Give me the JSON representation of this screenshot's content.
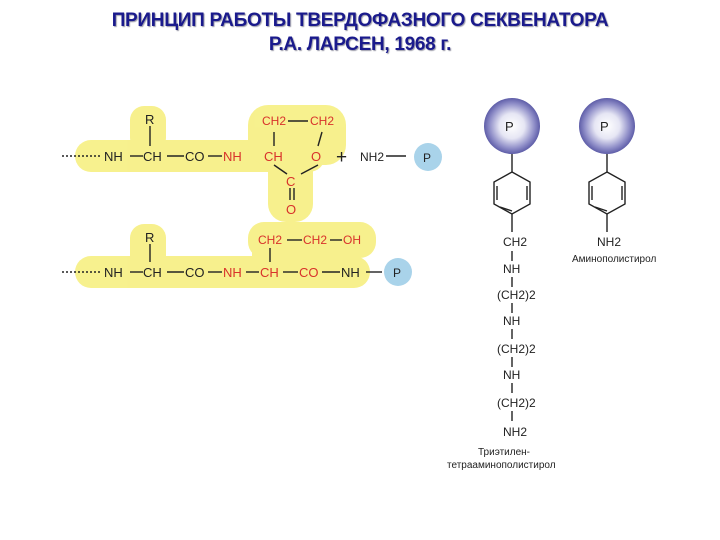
{
  "title": {
    "line1": "ПРИНЦИП РАБОТЫ ТВЕРДОФАЗНОГО СЕКВЕНАТОРА",
    "line2": "Р.А. ЛАРСЕН, 1968 г."
  },
  "scheme_top": {
    "chain": [
      "NH",
      "CH",
      "CO",
      "NH",
      "CH"
    ],
    "side_group": "R",
    "ring_top_left": "CH2",
    "ring_top_right": "CH2",
    "ring_o": "O",
    "ring_c": "C",
    "carbonyl_o": "O",
    "plus": "+",
    "amine": "NH2",
    "support": "P"
  },
  "scheme_bottom": {
    "chain": [
      "NH",
      "CH",
      "CO",
      "NH",
      "CH",
      "CO",
      "NH"
    ],
    "side_group": "R",
    "side_chain": [
      "CH2",
      "CH2",
      "OH"
    ],
    "support": "P"
  },
  "polymers": {
    "left": {
      "bead": "P",
      "chain": [
        "CH2",
        "NH",
        "(CH2)2",
        "NH",
        "(CH2)2",
        "NH",
        "(CH2)2",
        "NH2"
      ],
      "caption": [
        "Триэтилен-",
        "тетрааминополистирол"
      ]
    },
    "right": {
      "bead": "P",
      "group": "NH2",
      "caption": "Аминополистирол"
    }
  },
  "colors": {
    "title": "#1a1a8c",
    "highlight": "#f6ee7a",
    "red_atoms": "#d8322b",
    "support_bead": "#a9d3ea",
    "polymer_bead": "#8f8ec8"
  }
}
